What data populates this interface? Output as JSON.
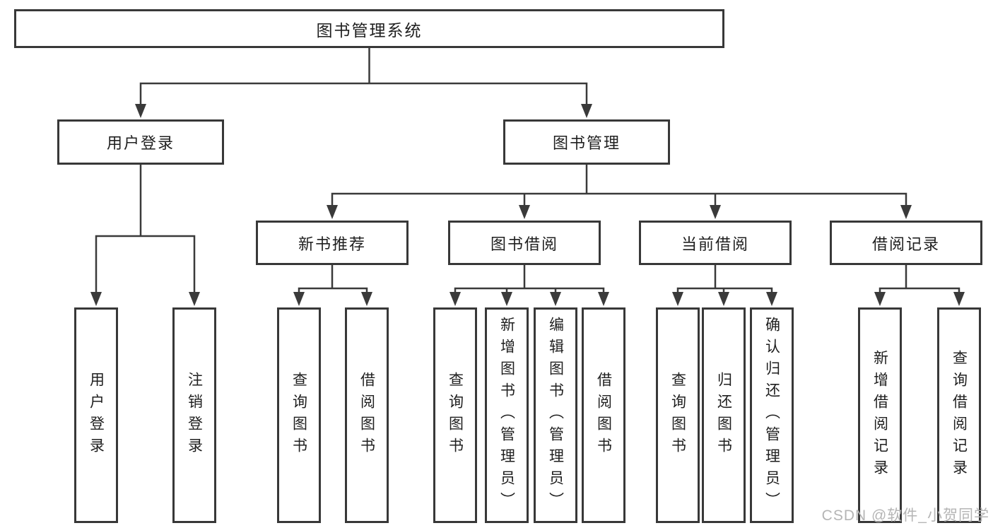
{
  "colors": {
    "line": "#3a3a3a",
    "box_border": "#383838",
    "text": "#1f1f1f",
    "watermark": "#b5b5b5",
    "background": "#ffffff"
  },
  "tree": {
    "root": {
      "label": "图书管理系统"
    },
    "branches": [
      {
        "label": "用户登录",
        "leaves": [
          "用户登录",
          "注销登录"
        ]
      },
      {
        "label": "图书管理",
        "groups": [
          {
            "label": "新书推荐",
            "leaves": [
              "查询图书",
              "借阅图书"
            ]
          },
          {
            "label": "图书借阅",
            "leaves": [
              "查询图书",
              "新增图书（管理员）",
              "编辑图书（管理员）",
              "借阅图书"
            ]
          },
          {
            "label": "当前借阅",
            "leaves": [
              "查询图书",
              "归还图书",
              "确认归还（管理员）"
            ]
          },
          {
            "label": "借阅记录",
            "leaves": [
              "新增借阅记录",
              "查询借阅记录"
            ]
          }
        ]
      }
    ]
  },
  "watermark": "CSDN @软件_小贺同学"
}
